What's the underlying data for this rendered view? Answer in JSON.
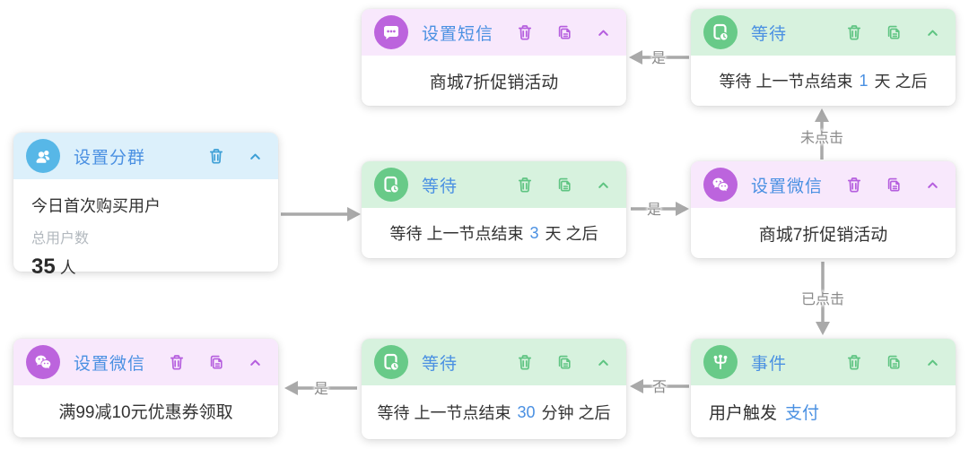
{
  "colors": {
    "purple_accent": "#bc64dd",
    "purple_header_bg": "#f8e8fc",
    "green_accent": "#68ca88",
    "green_header_bg": "#d7f2de",
    "blue_accent": "#57b7e7",
    "blue_header_bg": "#dcf0fb",
    "title_blue": "#4a90e2",
    "value_blue": "#4a90e2",
    "body_text": "#333333",
    "muted_gray": "#b2b8be",
    "arrow_gray": "#a9a9a9",
    "edge_label_gray": "#8a8a8a"
  },
  "nodes": {
    "sms": {
      "title": "设置短信",
      "body": "商城7折促销活动"
    },
    "wait_top": {
      "title": "等待",
      "body_pre": "等待 上一节点结束",
      "body_value": "1",
      "body_post": "天 之后"
    },
    "segment": {
      "title": "设置分群",
      "line1": "今日首次购买用户",
      "line2": "总用户数",
      "count": "35",
      "count_unit": "人"
    },
    "wait_mid": {
      "title": "等待",
      "body_pre": "等待 上一节点结束",
      "body_value": "3",
      "body_post": "天 之后"
    },
    "wechat_promo": {
      "title": "设置微信",
      "body": "商城7折促销活动"
    },
    "wechat_coupon": {
      "title": "设置微信",
      "body": "满99减10元优惠券领取"
    },
    "wait_bottom": {
      "title": "等待",
      "body_pre": "等待 上一节点结束",
      "body_value": "30",
      "body_post": "分钟 之后"
    },
    "event": {
      "title": "事件",
      "body_pre": "用户触发",
      "body_link": "支付"
    }
  },
  "edges": {
    "yes_top": "是",
    "not_clicked": "未点击",
    "yes_mid": "是",
    "clicked": "已点击",
    "no_bottom": "否",
    "yes_bottom": "是"
  }
}
